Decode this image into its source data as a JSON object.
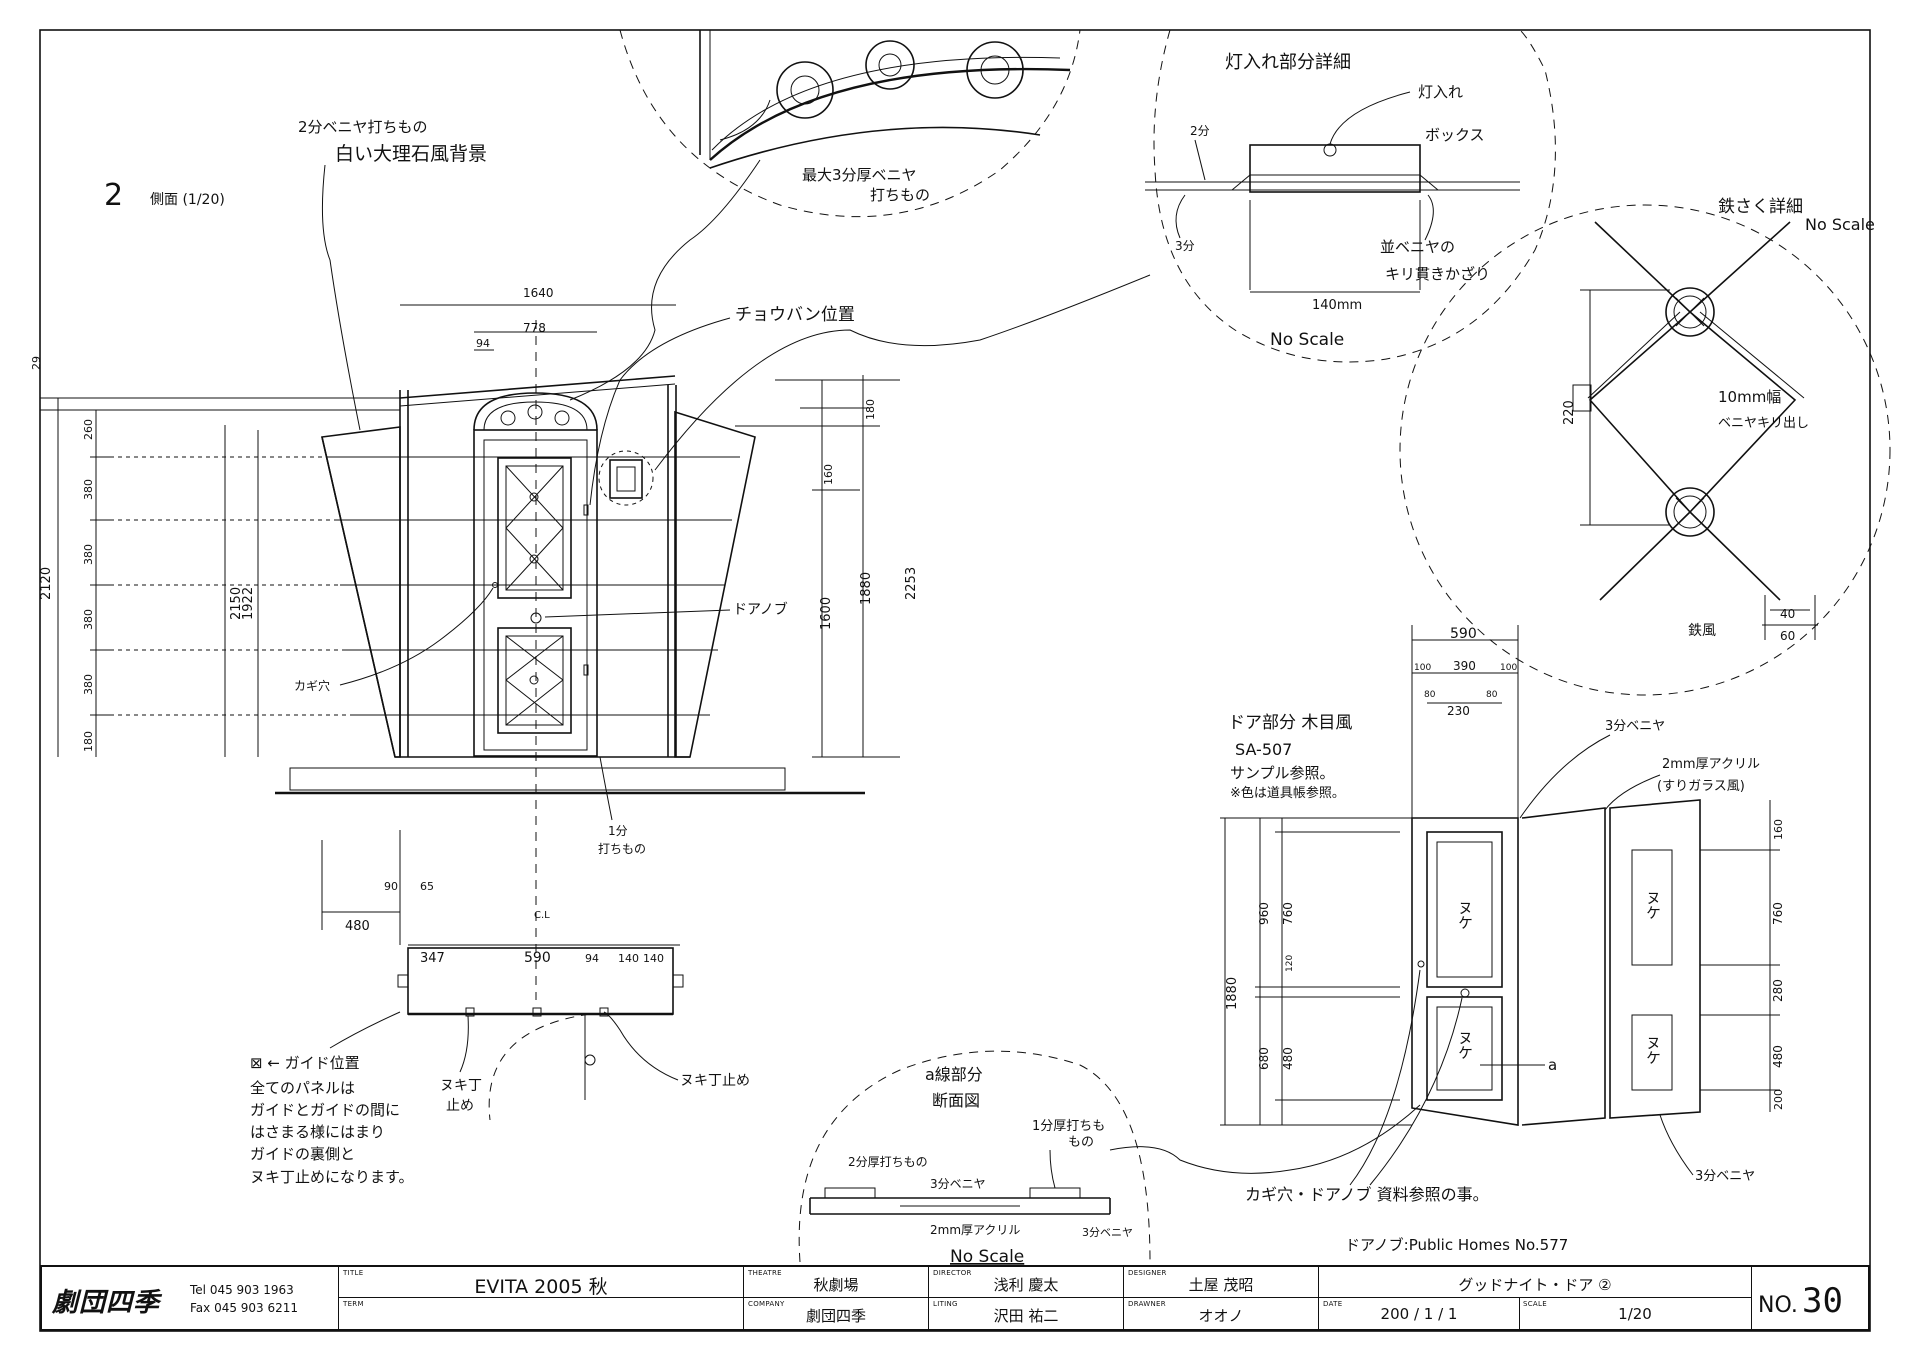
{
  "view": {
    "number": "2",
    "title": "側面 (1/20)"
  },
  "notes": {
    "background_1": "2分ベニヤ打ちもの",
    "background_2": "白い大理石風背景",
    "hinge": "チョウバン位置",
    "doorknob": "ドアノブ",
    "keyhole": "カギ穴",
    "arch_1": "最大3分厚ベニヤ",
    "arch_2": "打ちもの",
    "one_bu_1": "1分",
    "one_bu_2": "打ちもの",
    "guide_mark": "⊠ ← ガイド位置",
    "guide_text": [
      "全てのパネルは",
      "ガイドとガイドの間に",
      "はさまる様にはまり",
      "ガイドの裏側と",
      "ヌキ丁止めになります。"
    ],
    "nuki_1": "ヌキ丁",
    "nuki_2": "止め",
    "nuki_right": "ヌキ丁止め",
    "door_finish": [
      "ドア部分 木目風",
      "SA-507",
      "サンプル参照。",
      "※色は道具帳参照。"
    ],
    "ply3_top": "3分ベニヤ",
    "acrylic_1": "2mm厚アクリル",
    "acrylic_2": "(すりガラス風)",
    "ply3_right": "3分ベニヤ",
    "keyhole_ref": "カギ穴・ドアノブ 資料参照の事。",
    "knob_model": "ドアノブ:Public Homes No.577",
    "a_mark": "a",
    "nuke": "ヌケ"
  },
  "detail_light": {
    "title": "灯入れ部分詳細",
    "box_1": "灯入れ",
    "box_2": "ボックス",
    "two_bu": "2分",
    "three_bu": "3分",
    "cut_1": "並ベニヤの",
    "cut_2": "キリ貫きかざり",
    "width": "140mm",
    "scale": "No Scale"
  },
  "detail_iron": {
    "title": "鉄さく詳細",
    "scale": "No Scale",
    "strip_1": "10mm幅",
    "strip_2": "ベニヤキリ出し",
    "height": "220",
    "label": "鉄風",
    "w40": "40",
    "w60": "60"
  },
  "detail_section": {
    "title_1": "a線部分",
    "title_2": "断面図",
    "l_2bu": "2分厚打ちもの",
    "l_3bu": "3分ベニヤ",
    "l_1bu_1": "1分厚打ちも",
    "l_1bu_2": "もの",
    "l_acr": "2mm厚アクリル",
    "l_3bu_r": "3分ベニヤ",
    "scale": "No Scale"
  },
  "dims": {
    "w1640": "1640",
    "w778": "778",
    "w94": "94",
    "d29": "29",
    "d260": "260",
    "d380": "380",
    "d180": "180",
    "h2120": "2120",
    "h2150": "2150",
    "h1922": "1922",
    "h2253": "2253",
    "h1880": "1880",
    "h1600": "1600",
    "h160": "160",
    "h180b": "180",
    "p90": "90",
    "p65": "65",
    "p480": "480",
    "cl": "C.L",
    "p347": "347",
    "p590": "590",
    "p94": "94",
    "p140": "140",
    "p140b": "140",
    "r590": "590",
    "r100": "100",
    "r390": "390",
    "r80": "80",
    "r230": "230",
    "r1880": "1880",
    "r960": "960",
    "r760": "760",
    "r120": "120",
    "r680": "680",
    "r480": "480",
    "r200": "200",
    "r280": "280"
  },
  "title_block": {
    "company_logo": "劇団四季",
    "tel": "Tel 045 903 1963",
    "fax": "Fax 045 903 6211",
    "title_key": "TITLE",
    "title": "EVITA 2005 秋",
    "term_key": "TERM",
    "theatre_key": "THEATRE",
    "theatre": "秋劇場",
    "company_key": "COMPANY",
    "company": "劇団四季",
    "director_key": "DIRECTOR",
    "director": "浅利 慶太",
    "lighting_key": "LITING",
    "lighting": "沢田 祐二",
    "designer_key": "DESIGNER",
    "designer": "土屋 茂昭",
    "drawner_key": "DRAWNER",
    "drawner": "オオノ",
    "item": "グッドナイト・ドア ②",
    "date_key": "DATE",
    "date": "200 / 1 / 1",
    "scale_key": "SCALE",
    "scale": "1/20",
    "no_label": "NO.",
    "no_value": "30"
  }
}
